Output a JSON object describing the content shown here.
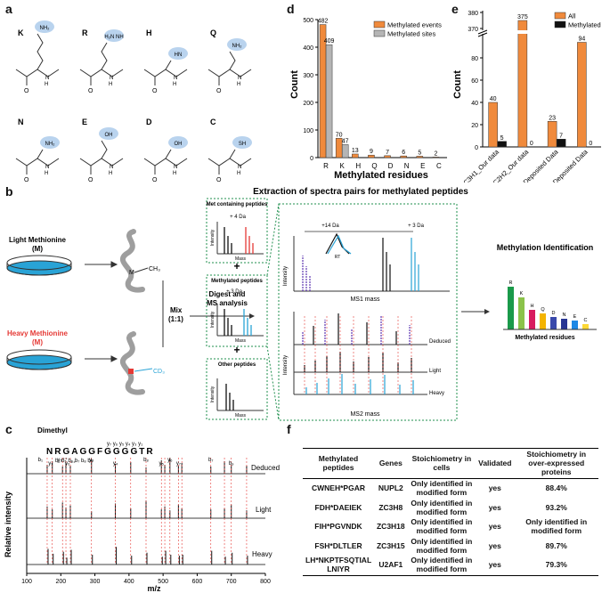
{
  "panels": {
    "a": "a",
    "b": "b",
    "c": "c",
    "d": "d",
    "e": "e",
    "f": "f"
  },
  "panel_a": {
    "residues": [
      "K",
      "R",
      "H",
      "Q",
      "N",
      "E",
      "D",
      "C"
    ],
    "group_labels": {
      "K": "NH₂",
      "R": "H₂N  NH",
      "H": "HN",
      "Q": "NH₂",
      "N": "NH₂",
      "E": "OH",
      "D": "OH",
      "C": "SH"
    },
    "highlight_color": "#b9d3ee"
  },
  "panel_b": {
    "title": "Extraction of spectra pairs for methylated peptides",
    "light_label": "Light Methionine",
    "light_sub": "(M)",
    "heavy_label": "Heavy Methionine",
    "heavy_sub": "(M)",
    "ch3": "CH₃",
    "cd3": "CD₃",
    "m": "M",
    "mix": "Mix",
    "mix_ratio": "(1:1)",
    "digest": "Digest and",
    "ms": "MS analysis",
    "met_box": "Met containing peptides",
    "met_shift": "+ 4 Da",
    "meth_box": "Methylated peptides",
    "meth_shift": "+ 3 Da",
    "other_box": "Other peptides",
    "plus": "+",
    "intensity": "Intensity",
    "mass": "Mass",
    "ms1_shift1": "+14 Da",
    "ms1_shift2": "+ 3 Da",
    "rt": "RT",
    "ms1_label": "MS1 mass",
    "ms2_label": "MS2 mass",
    "deduced": "Deduced",
    "light": "Light",
    "heavy": "Heavy",
    "meth_id": "Methylation Identification",
    "meth_residues": "Methylated residues",
    "mini_bars": [
      "R",
      "K",
      "H",
      "Q",
      "D",
      "N",
      "E",
      "C"
    ],
    "mini_colors": [
      "#1a9a4a",
      "#8bc34a",
      "#d81b60",
      "#f4b400",
      "#3949ab",
      "#283593",
      "#1e88e5",
      "#fdd835"
    ],
    "box_color": "#1f8f4e",
    "dish_color": "#29a3d6"
  },
  "panel_c": {
    "modification": "Dimethyl",
    "sequence": "NRGAGGFGGGGTR",
    "deduced": "Deduced",
    "light": "Light",
    "heavy": "Heavy",
    "ylabel": "Relative intensity",
    "xlabel": "m/z",
    "xticks": [
      "100",
      "200",
      "300",
      "400",
      "500",
      "600",
      "700",
      "800"
    ],
    "ion_labels": [
      "b₁",
      "y₁",
      "y₅⁺⁺",
      "y₆⁺⁺",
      "y₃",
      "y₄",
      "b₈",
      "y₅",
      "y₆",
      "y₇",
      "b₇",
      "b₉"
    ],
    "seq_ions_top": "y₇ y₆ y₅ y₄ y₃ y₁",
    "seq_ions_bottom": "b₁   b₅ b₆ b₇ b₈ b₉"
  },
  "panel_f": {
    "headers": [
      "Methylated peptides",
      "Genes",
      "Stoichiometry in cells",
      "Validated",
      "Stoichiometry in over-expressed proteins"
    ],
    "rows": [
      [
        "CWNEH*PGAR",
        "NUPL2",
        "Only identified in modified form",
        "yes",
        "88.4%"
      ],
      [
        "FDH*DAEIEK",
        "ZC3H8",
        "Only identified in modified form",
        "yes",
        "93.2%"
      ],
      [
        "FIH*PGVNDK",
        "ZC3H18",
        "Only identified in modified form",
        "yes",
        "Only identified in modified form"
      ],
      [
        "FSH*DLTLER",
        "ZC3H15",
        "Only identified in modified form",
        "yes",
        "89.7%"
      ],
      [
        "LH*NKPTFSQTIAL LNIYR",
        "U2AF1",
        "Only identified in modified form",
        "yes",
        "79.3%"
      ]
    ]
  },
  "chart_data": [
    {
      "type": "bar",
      "title": "",
      "xlabel": "Methylated residues",
      "ylabel": "Count",
      "categories": [
        "R",
        "K",
        "H",
        "Q",
        "D",
        "N",
        "E",
        "C"
      ],
      "series": [
        {
          "name": "Methylated events",
          "values": [
            482,
            70,
            13,
            9,
            7,
            6,
            5,
            2
          ],
          "color": "#f08a3c"
        },
        {
          "name": "Methylated sites",
          "values": [
            409,
            47,
            null,
            null,
            null,
            null,
            null,
            null
          ],
          "color": "#b5b5b5"
        }
      ],
      "ylim": [
        0,
        500
      ],
      "yticks": [
        0,
        100,
        200,
        300,
        400,
        500
      ],
      "legend": "top-right"
    },
    {
      "type": "bar",
      "title": "",
      "xlabel": "",
      "ylabel": "Count",
      "categories": [
        "C3H1_Our data",
        "C2H2_Our data",
        "C3H1_Deposited Data",
        "C2H2_Deposited Data"
      ],
      "series": [
        {
          "name": "All",
          "values": [
            40,
            375,
            23,
            94
          ],
          "color": "#f08a3c"
        },
        {
          "name": "Methylated",
          "values": [
            5,
            0,
            7,
            0
          ],
          "color": "#111111"
        }
      ],
      "yticks": [
        0,
        20,
        40,
        60,
        80,
        370,
        380
      ],
      "axis_break": [
        100,
        370
      ],
      "legend": "top-right"
    }
  ]
}
